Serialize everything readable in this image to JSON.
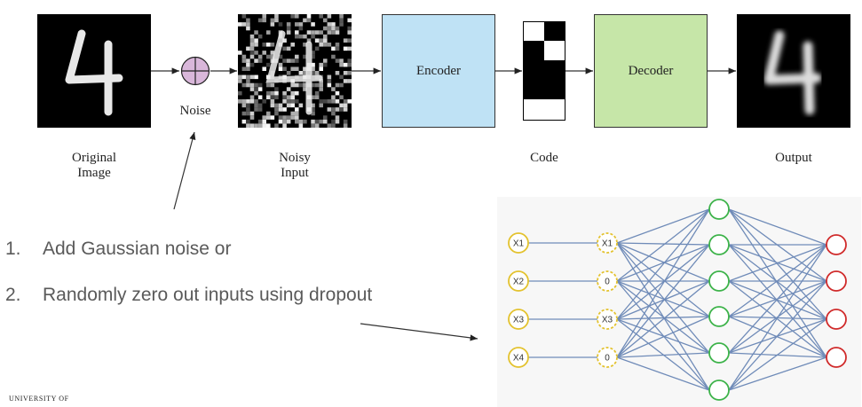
{
  "pipeline": {
    "noise_label": "Noise",
    "encoder_label": "Encoder",
    "decoder_label": "Decoder",
    "captions": {
      "original_line1": "Original",
      "original_line2": "Image",
      "noisy_line1": "Noisy",
      "noisy_line2": "Input",
      "code": "Code",
      "output": "Output"
    },
    "colors": {
      "encoder_fill": "#bfe2f5",
      "decoder_fill": "#c6e6a8",
      "noise_fill": "#d9b7da"
    }
  },
  "list": [
    {
      "num": "1.",
      "text": "Add Gaussian noise or"
    },
    {
      "num": "2.",
      "text": "Randomly zero out inputs using dropout"
    }
  ],
  "network": {
    "input_nodes": [
      "X1",
      "X2",
      "X3",
      "X4"
    ],
    "dropout_nodes": [
      "X1",
      "0",
      "X3",
      "0"
    ],
    "colors": {
      "input_stroke": "#e3c22e",
      "hidden_stroke": "#3db34a",
      "output_stroke": "#d02a2a",
      "edge": "#6f8bb8"
    }
  },
  "footer": {
    "text": "UNIVERSITY OF"
  }
}
